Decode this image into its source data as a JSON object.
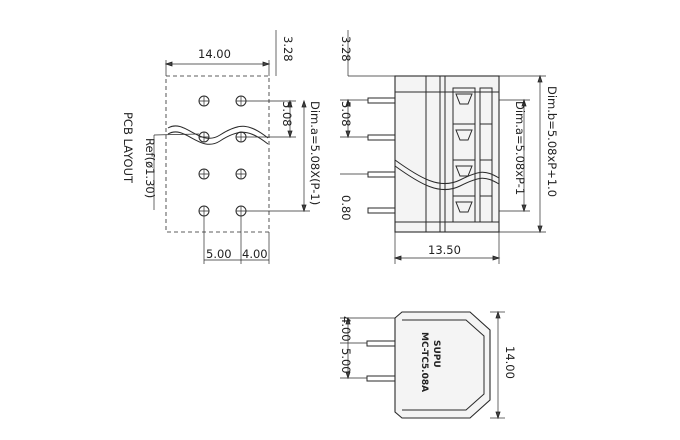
{
  "pcb_layout": {
    "title": "PCB LAYOUT",
    "ref": "Ref(ø1.30)",
    "dim_width": "14.00",
    "dim_top": "3.28",
    "dim_pitch": "5.08",
    "dim_a": "Dim.a=5.08X(P-1)",
    "dim_bottom_left": "5.00",
    "dim_bottom_right": "4.00"
  },
  "front_view": {
    "dim_top": "3.28",
    "dim_pitch": "5.08",
    "dim_pin_offset": "0.80",
    "dim_a": "Dim.a=5.08xP-1",
    "dim_b": "Dim.b=5.08xP+1.0",
    "dim_depth": "13.50"
  },
  "side_view": {
    "dim_top": "4.00",
    "dim_lower": "5.00",
    "dim_height": "14.00",
    "label_line1": "SUPU",
    "label_line2": "MC-TC5.08A"
  }
}
